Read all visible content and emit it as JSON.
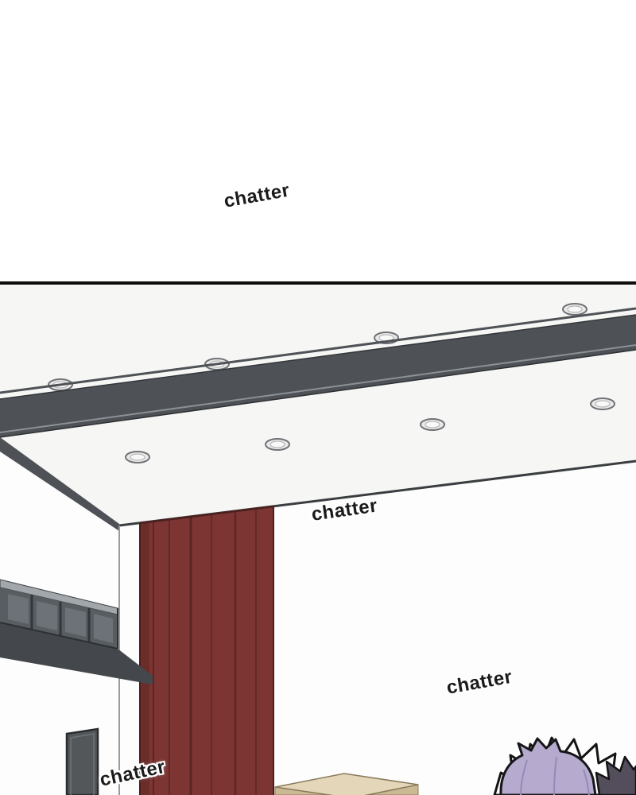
{
  "sfx": {
    "items": [
      {
        "text": "chatter"
      },
      {
        "text": "chatter"
      },
      {
        "text": "chatter"
      },
      {
        "text": "chatter"
      }
    ]
  },
  "colors": {
    "panel_border": "#0e0e0e",
    "ceiling": "#f6f6f4",
    "beam": "#4e5256",
    "beam_highlight": "#8b9195",
    "curtain": "#7c3532",
    "curtain_fold": "#5a2623",
    "balcony_front": "#585d62",
    "balcony_slab": "#44474b",
    "door": "#53575a",
    "box_top": "#e4d6b8",
    "box_side": "#cbb994",
    "hair_lavender": "#b6abce",
    "hair_dark": "#534d5c",
    "sfx_text": "#1b1b1b"
  }
}
